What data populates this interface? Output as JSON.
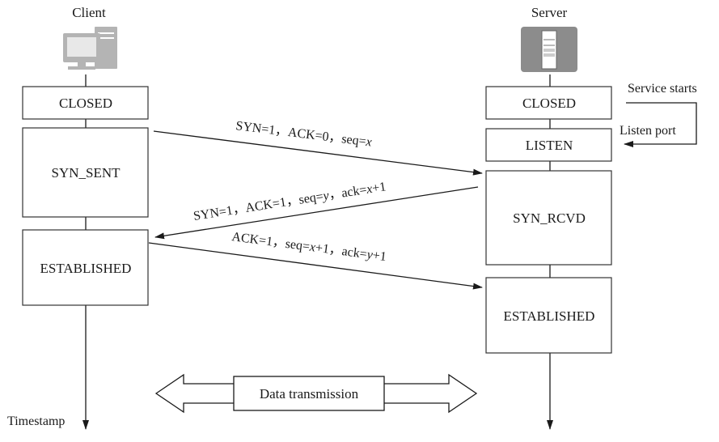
{
  "client": {
    "title": "Client",
    "states": [
      "CLOSED",
      "SYN_SENT",
      "ESTABLISHED"
    ],
    "axis_label": "Timestamp"
  },
  "server": {
    "title": "Server",
    "states": [
      "CLOSED",
      "LISTEN",
      "SYN_RCVD",
      "ESTABLISHED"
    ],
    "service_starts": "Service starts",
    "listen_port": "Listen port"
  },
  "messages": [
    {
      "parts": [
        [
          "SYN=1，",
          "n"
        ],
        [
          "ACK=0，",
          "n"
        ],
        [
          "seq=",
          "n"
        ],
        [
          "x",
          "i"
        ]
      ]
    },
    {
      "parts": [
        [
          "SYN=1，",
          "n"
        ],
        [
          "ACK=1，",
          "n"
        ],
        [
          "seq=",
          "n"
        ],
        [
          "y",
          "i"
        ],
        [
          "，",
          "n"
        ],
        [
          "ack=",
          "n"
        ],
        [
          "x",
          "i"
        ],
        [
          "+1",
          "n"
        ]
      ]
    },
    {
      "parts": [
        [
          "ACK=1，",
          "n"
        ],
        [
          "seq=",
          "n"
        ],
        [
          "x",
          "i"
        ],
        [
          "+1，",
          "n"
        ],
        [
          "ack=",
          "n"
        ],
        [
          "y",
          "i"
        ],
        [
          "+1",
          "n"
        ]
      ]
    }
  ],
  "data_transmission": "Data transmission",
  "colors": {
    "line": "#1a1a1a",
    "box_border": "#333333",
    "client_icon": "#b4b4b4",
    "server_icon": "#8c8c8c"
  }
}
